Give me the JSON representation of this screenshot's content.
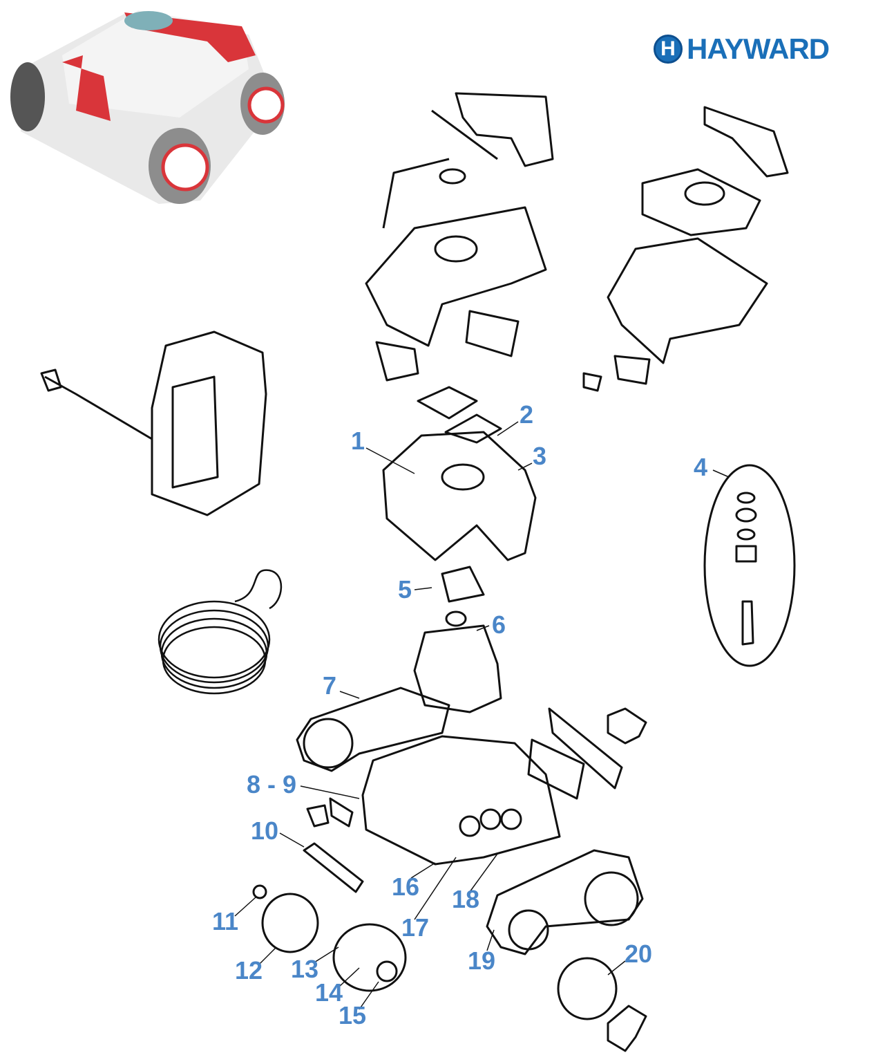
{
  "brand": {
    "logo_mark": "H",
    "name": "HAYWARD",
    "color": "#1a6fb8"
  },
  "label_color": "#4a86c8",
  "callouts": [
    "1",
    "2",
    "3",
    "4",
    "5",
    "6",
    "7",
    "8 - 9",
    "10",
    "11",
    "12",
    "13",
    "14",
    "15",
    "16",
    "17",
    "18",
    "19",
    "20"
  ]
}
